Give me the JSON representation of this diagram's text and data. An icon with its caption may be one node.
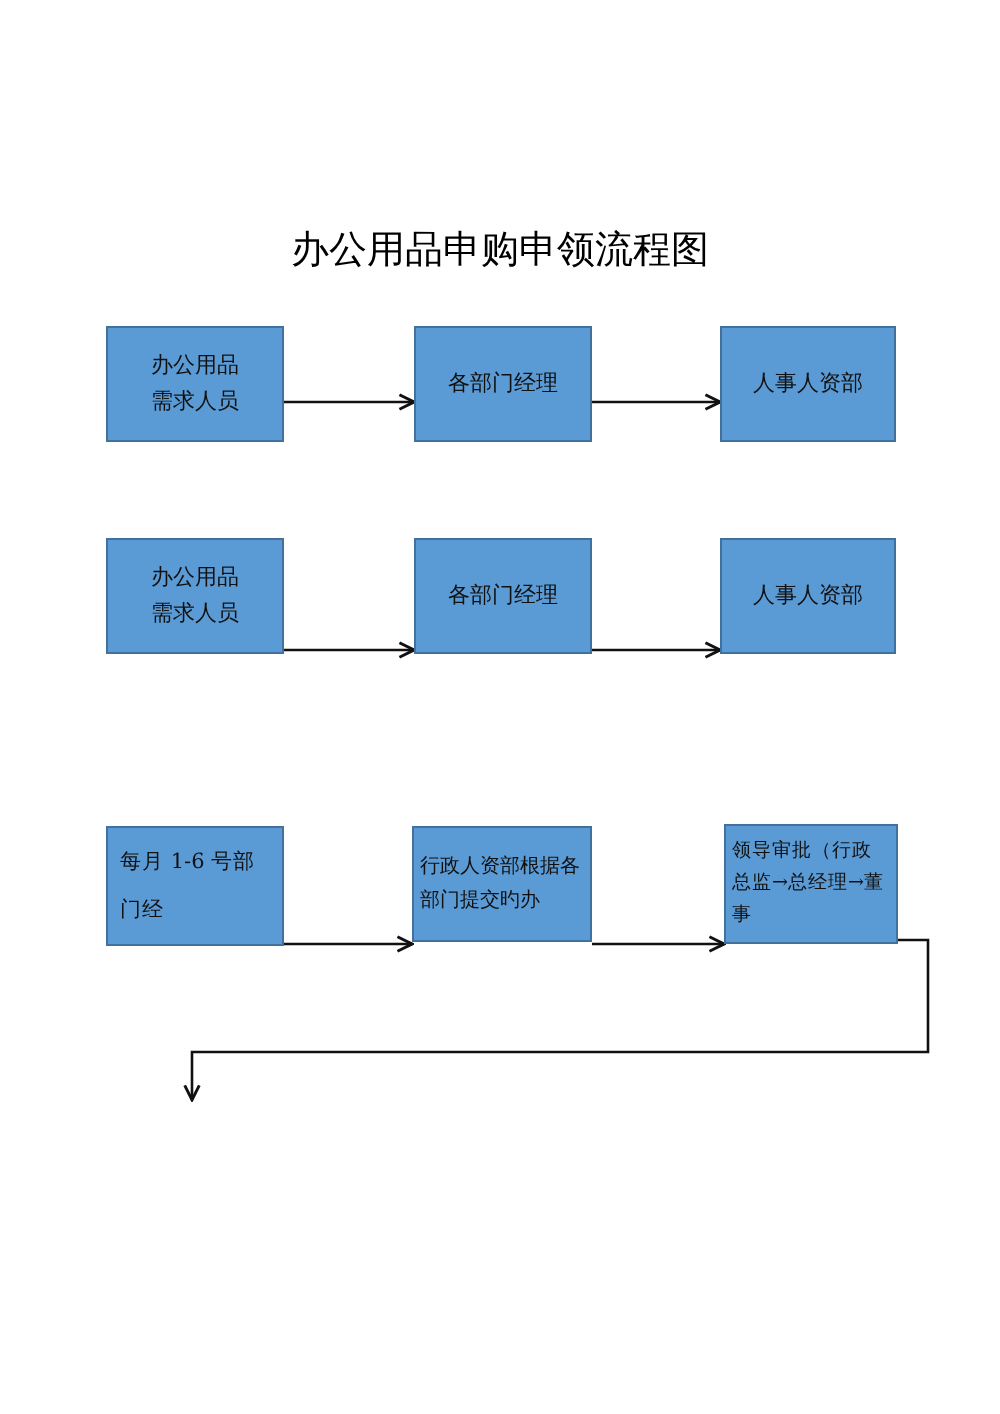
{
  "diagram": {
    "title": "办公用品申购申领流程图",
    "nodes": [
      {
        "text": [
          "办公用品需求人员"
        ]
      },
      {
        "text": [
          "各部门经理"
        ]
      },
      {
        "text": [
          "人事人资部"
        ]
      },
      {
        "text": [
          "办公用品需求人员"
        ]
      },
      {
        "text": [
          "各部门经理"
        ]
      },
      {
        "text": [
          "人事人资部"
        ]
      },
      {
        "text": [
          "每月 1-6 号部门经"
        ]
      },
      {
        "text": [
          "行政人资部根据各部门提交旳办"
        ]
      },
      {
        "text": [
          "领导审批（行政总监→总经理→董事"
        ]
      }
    ],
    "edges": [
      {
        "from": 0,
        "to": 1,
        "arrow": "to"
      },
      {
        "from": 1,
        "to": 2,
        "arrow": "to"
      },
      {
        "from": 3,
        "to": 4,
        "arrow": "to"
      },
      {
        "from": 4,
        "to": 5,
        "arrow": "to"
      },
      {
        "from": 6,
        "to": 7,
        "arrow": "to"
      },
      {
        "from": 7,
        "to": 8,
        "arrow": "to"
      },
      {
        "from": 8,
        "to": null,
        "arrow": "to"
      }
    ]
  }
}
